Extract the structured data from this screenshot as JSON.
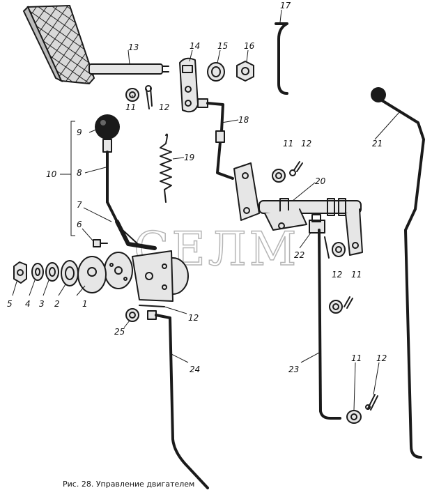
{
  "caption": "Рис. 28. Управление двигателем",
  "watermark": "СЕЛМ",
  "callouts": [
    {
      "id": "c1",
      "text": "1"
    },
    {
      "id": "c2",
      "text": "2"
    },
    {
      "id": "c3",
      "text": "3"
    },
    {
      "id": "c4",
      "text": "4"
    },
    {
      "id": "c5",
      "text": "5"
    },
    {
      "id": "c6",
      "text": "6"
    },
    {
      "id": "c7",
      "text": "7"
    },
    {
      "id": "c8",
      "text": "8"
    },
    {
      "id": "c9",
      "text": "9"
    },
    {
      "id": "c10",
      "text": "10"
    },
    {
      "id": "c11a",
      "text": "11"
    },
    {
      "id": "c11b",
      "text": "11"
    },
    {
      "id": "c11c",
      "text": "11"
    },
    {
      "id": "c11d",
      "text": "11"
    },
    {
      "id": "c12a",
      "text": "12"
    },
    {
      "id": "c12b",
      "text": "12"
    },
    {
      "id": "c12c",
      "text": "12"
    },
    {
      "id": "c12d",
      "text": "12"
    },
    {
      "id": "c12e",
      "text": "12"
    },
    {
      "id": "c13",
      "text": "13"
    },
    {
      "id": "c14",
      "text": "14"
    },
    {
      "id": "c15",
      "text": "15"
    },
    {
      "id": "c16",
      "text": "16"
    },
    {
      "id": "c17",
      "text": "17"
    },
    {
      "id": "c18",
      "text": "18"
    },
    {
      "id": "c19",
      "text": "19"
    },
    {
      "id": "c20",
      "text": "20"
    },
    {
      "id": "c21",
      "text": "21"
    },
    {
      "id": "c22",
      "text": "22"
    },
    {
      "id": "c23",
      "text": "23"
    },
    {
      "id": "c24",
      "text": "24"
    },
    {
      "id": "c25",
      "text": "25"
    }
  ]
}
